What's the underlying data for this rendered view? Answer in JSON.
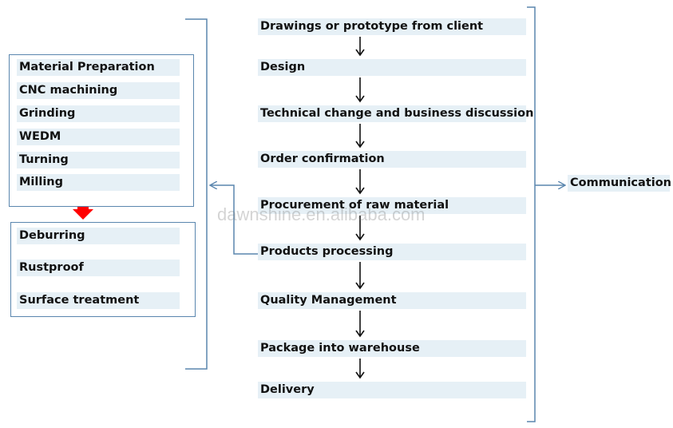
{
  "process_steps": [
    "Drawings or prototype from client",
    "Design",
    "Technical change and business discussion",
    "Order confirmation",
    "Procurement of raw material",
    "Products processing",
    "Quality Management",
    "Package into warehouse",
    "Delivery"
  ],
  "processing_group": [
    "Material Preparation",
    "CNC machining",
    "Grinding",
    "WEDM",
    "Turning",
    "Milling"
  ],
  "finishing_group": [
    "Deburring",
    "Rustproof",
    "Surface treatment"
  ],
  "communication_label": "Communication",
  "watermark": "dawnshine.en.alibaba.com",
  "colors": {
    "step_fill": "#e6f0f6",
    "bracket_line": "#5a86ae",
    "flow_arrow": "#111111",
    "highlight_arrow": "#ff0000"
  }
}
